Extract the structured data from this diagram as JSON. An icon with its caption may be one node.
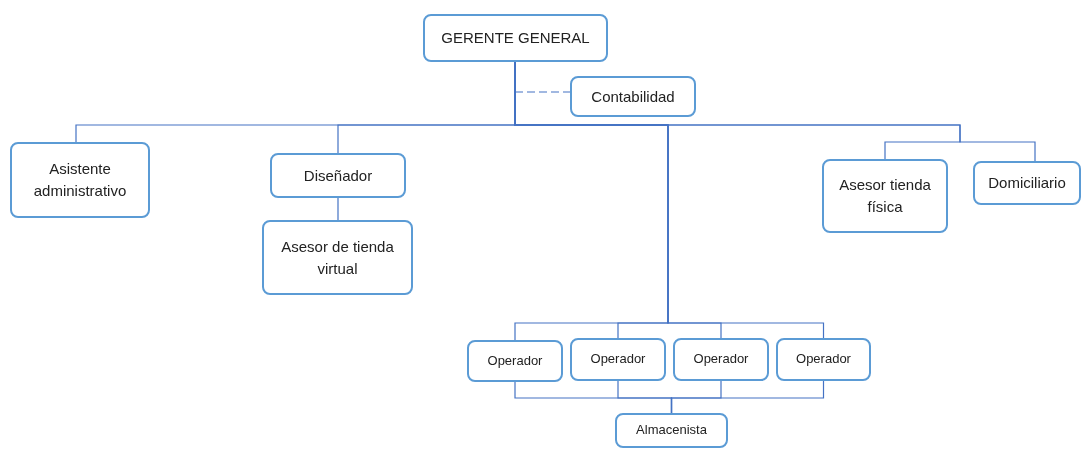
{
  "diagram": {
    "nodes": [
      {
        "text": [
          "GERENTE GENERAL"
        ]
      },
      {
        "text": [
          "Contabilidad"
        ]
      },
      {
        "text": [
          "Asistente administrativo"
        ]
      },
      {
        "text": [
          "Diseñador"
        ]
      },
      {
        "text": [
          "Asesor de tienda virtual"
        ]
      },
      {
        "text": [
          "Asesor tienda física"
        ]
      },
      {
        "text": [
          "Domiciliario"
        ]
      },
      {
        "text": [
          "Operador"
        ]
      },
      {
        "text": [
          "Operador"
        ]
      },
      {
        "text": [
          "Operador"
        ]
      },
      {
        "text": [
          "Operador"
        ]
      },
      {
        "text": [
          "Almacenista"
        ]
      }
    ],
    "edges": [
      {
        "from": 0,
        "to": 1,
        "arrow": "none",
        "style": "dashed"
      },
      {
        "from": 0,
        "to": 2,
        "arrow": "none"
      },
      {
        "from": 0,
        "to": 3,
        "arrow": "none"
      },
      {
        "from": 3,
        "to": 4,
        "arrow": "none"
      },
      {
        "from": 0,
        "to": 5,
        "arrow": "none"
      },
      {
        "from": 0,
        "to": 6,
        "arrow": "none"
      },
      {
        "from": 0,
        "to": 7,
        "arrow": "none"
      },
      {
        "from": 0,
        "to": 8,
        "arrow": "none"
      },
      {
        "from": 0,
        "to": 9,
        "arrow": "none"
      },
      {
        "from": 0,
        "to": 10,
        "arrow": "none"
      },
      {
        "from": 7,
        "to": 11,
        "arrow": "none"
      },
      {
        "from": 8,
        "to": 11,
        "arrow": "none"
      },
      {
        "from": 9,
        "to": 11,
        "arrow": "none"
      },
      {
        "from": 10,
        "to": 11,
        "arrow": "none"
      }
    ]
  }
}
